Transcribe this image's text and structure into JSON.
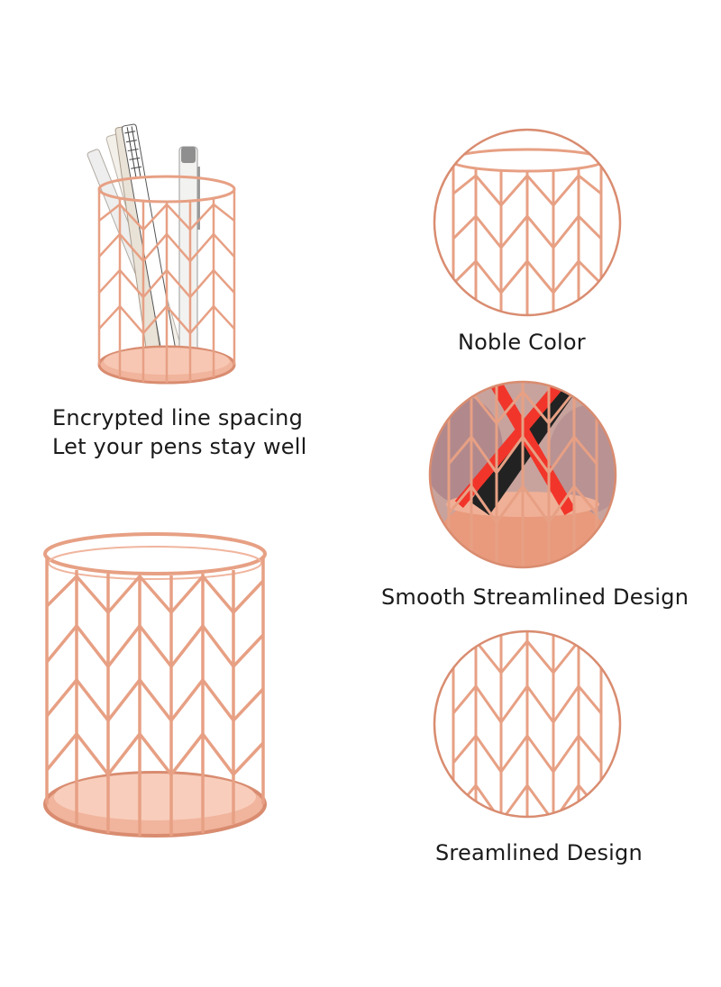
{
  "left_caption": {
    "line1": "Encrypted line spacing",
    "line2": "Let your pens stay well"
  },
  "detail_captions": [
    {
      "label": "Noble Color"
    },
    {
      "label": "Smooth Streamlined Design"
    },
    {
      "label": "Sreamlined Design"
    }
  ],
  "colors": {
    "wire": "#e7a084",
    "wire_dark": "#c97358",
    "wire_light": "#f6cbb8",
    "base": "#f1b49c",
    "pen_red": "#f2352a",
    "background": "#ffffff"
  }
}
